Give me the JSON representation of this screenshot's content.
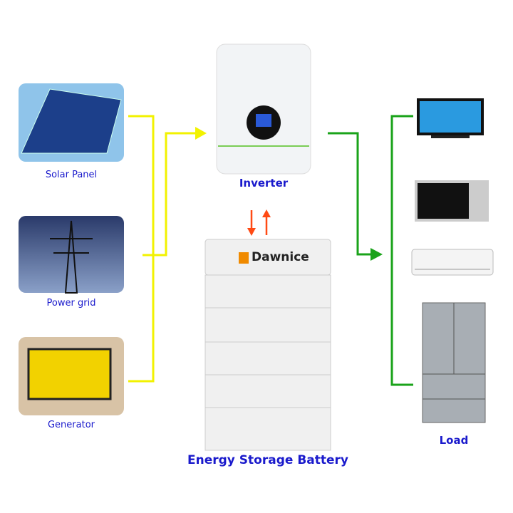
{
  "sources": [
    {
      "label": "Solar Panel"
    },
    {
      "label": "Power grid"
    },
    {
      "label": "Generator"
    }
  ],
  "inverter": {
    "label": "Inverter"
  },
  "battery": {
    "label": "Energy Storage Battery",
    "brand": "Dawnice"
  },
  "load": {
    "label": "Load",
    "devices": [
      "tv",
      "microwave",
      "air-conditioner",
      "refrigerator"
    ]
  },
  "colors": {
    "source_lines": "#f2f200",
    "load_lines": "#1aa31a",
    "battery_arrows": "#ff4a14",
    "label": "#1a1acc"
  }
}
